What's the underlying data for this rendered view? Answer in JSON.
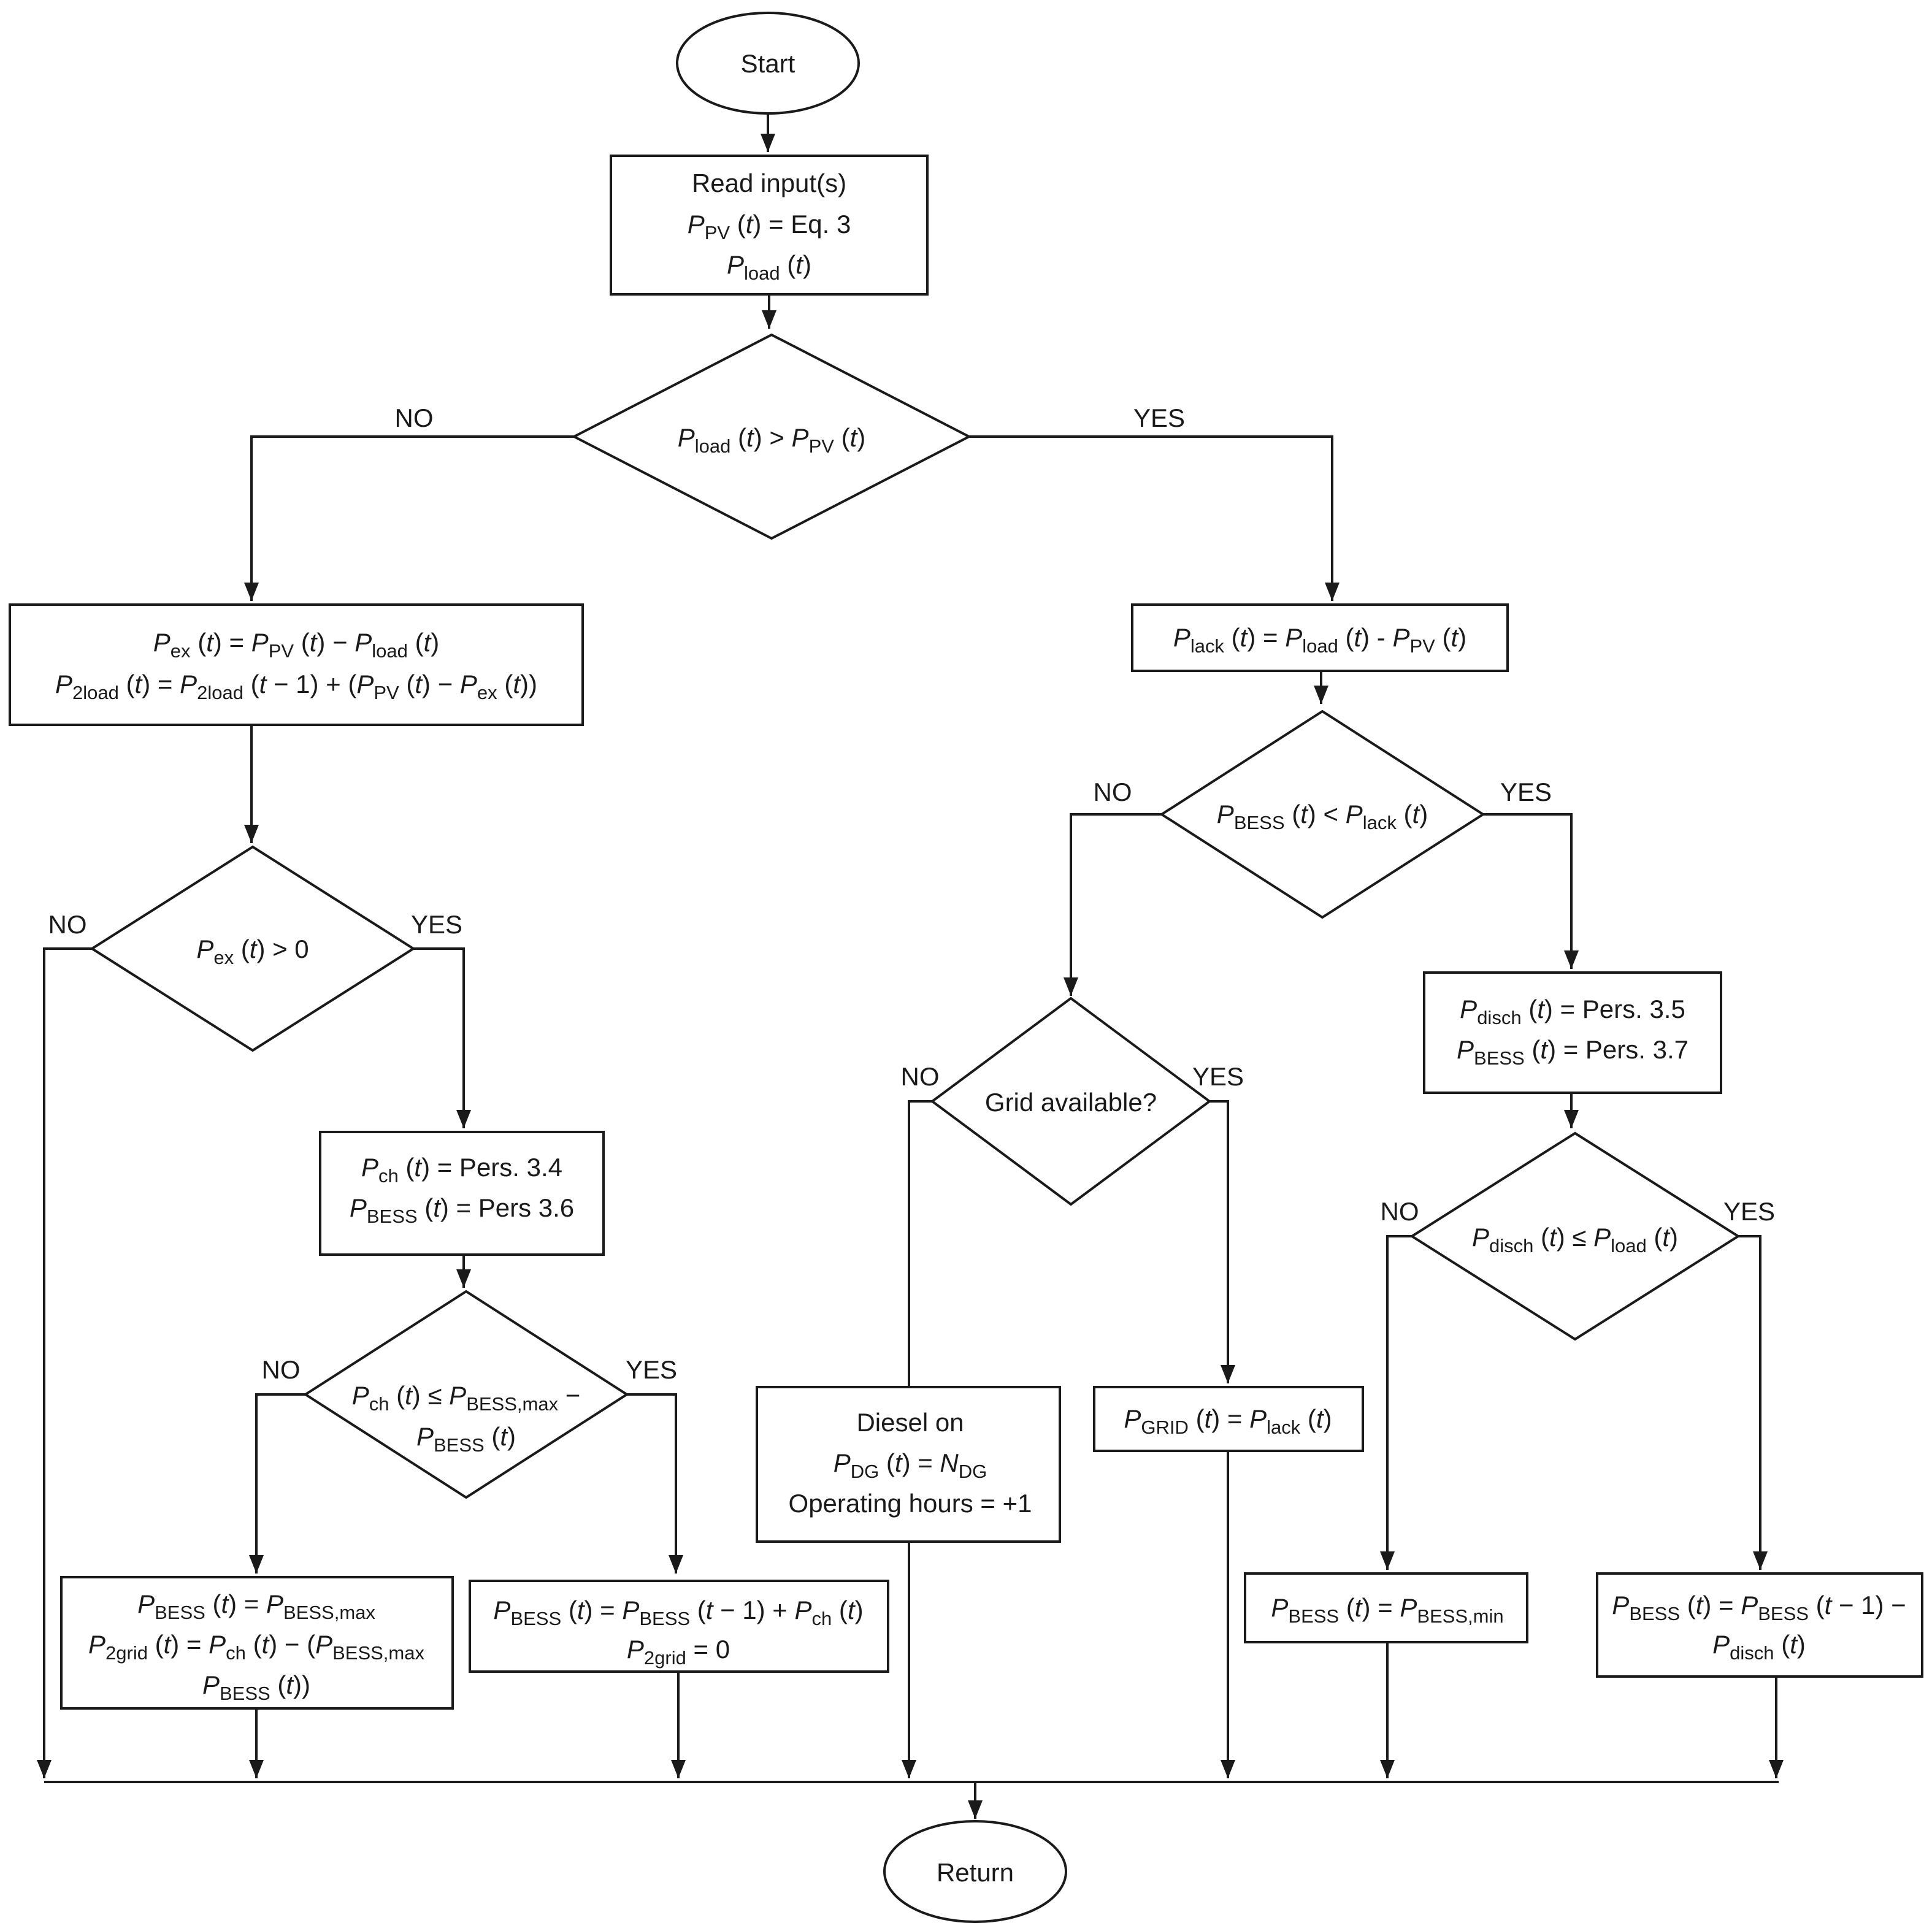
{
  "start": "Start",
  "end": "Return",
  "read_input": {
    "title": "Read input(s)",
    "line1": [
      [
        "P",
        "it"
      ],
      [
        "PV",
        "sub"
      ],
      [
        " (",
        ""
      ],
      [
        "t",
        "it"
      ],
      [
        ") = Eq. 3",
        ""
      ]
    ],
    "line2": [
      [
        "P",
        "it"
      ],
      [
        "load",
        "sub"
      ],
      [
        " (",
        ""
      ],
      [
        "t",
        "it"
      ],
      [
        ")",
        ""
      ]
    ]
  },
  "decision_main": [
    [
      "P",
      "it"
    ],
    [
      "load",
      "sub"
    ],
    [
      " (",
      ""
    ],
    [
      "t",
      "it"
    ],
    [
      ") > ",
      ""
    ],
    [
      "P",
      "it"
    ],
    [
      "PV",
      "sub"
    ],
    [
      " (",
      ""
    ],
    [
      "t",
      "it"
    ],
    [
      ")",
      ""
    ]
  ],
  "excess_box": {
    "line1": [
      [
        "P",
        "it"
      ],
      [
        "ex",
        "sub"
      ],
      [
        " (",
        ""
      ],
      [
        "t",
        "it"
      ],
      [
        ") = ",
        ""
      ],
      [
        "P",
        "it"
      ],
      [
        "PV",
        "sub"
      ],
      [
        " (",
        ""
      ],
      [
        "t",
        "it"
      ],
      [
        ") − ",
        ""
      ],
      [
        "P",
        "it"
      ],
      [
        "load",
        "sub"
      ],
      [
        " (",
        ""
      ],
      [
        "t",
        "it"
      ],
      [
        ")",
        ""
      ]
    ],
    "line2": [
      [
        "P",
        "it"
      ],
      [
        "2load",
        "sub"
      ],
      [
        " (",
        ""
      ],
      [
        "t",
        "it"
      ],
      [
        ") = ",
        ""
      ],
      [
        "P",
        "it"
      ],
      [
        "2load",
        "sub"
      ],
      [
        " (",
        ""
      ],
      [
        "t",
        "it"
      ],
      [
        " − 1) + (",
        ""
      ],
      [
        "P",
        "it"
      ],
      [
        "PV",
        "sub"
      ],
      [
        " (",
        ""
      ],
      [
        "t",
        "it"
      ],
      [
        ") − ",
        ""
      ],
      [
        "P",
        "it"
      ],
      [
        "ex",
        "sub"
      ],
      [
        " (",
        ""
      ],
      [
        "t",
        "it"
      ],
      [
        "))",
        ""
      ]
    ]
  },
  "decision_excess": [
    [
      "P",
      "it"
    ],
    [
      "ex",
      "sub"
    ],
    [
      " (",
      ""
    ],
    [
      "t",
      "it"
    ],
    [
      ") > 0",
      ""
    ]
  ],
  "charge_box": {
    "line1": [
      [
        "P",
        "it"
      ],
      [
        "ch",
        "sub"
      ],
      [
        " (",
        ""
      ],
      [
        "t",
        "it"
      ],
      [
        ") = Pers. 3.4",
        ""
      ]
    ],
    "line2": [
      [
        "P",
        "it"
      ],
      [
        "BESS",
        "sub"
      ],
      [
        " (",
        ""
      ],
      [
        "t",
        "it"
      ],
      [
        ") = Pers 3.6",
        ""
      ]
    ]
  },
  "decision_charge": {
    "line1": [
      [
        "P",
        "it"
      ],
      [
        "ch",
        "sub"
      ],
      [
        " (",
        ""
      ],
      [
        "t",
        "it"
      ],
      [
        ") ≤ ",
        ""
      ],
      [
        "P",
        "it"
      ],
      [
        "BESS,max",
        "sub"
      ],
      [
        " −",
        ""
      ]
    ],
    "line2": [
      [
        "P",
        "it"
      ],
      [
        "BESS",
        "sub"
      ],
      [
        " (",
        ""
      ],
      [
        "t",
        "it"
      ],
      [
        ")",
        ""
      ]
    ]
  },
  "bess_max_box": {
    "line1": [
      [
        "P",
        "it"
      ],
      [
        "BESS",
        "sub"
      ],
      [
        " (",
        ""
      ],
      [
        "t",
        "it"
      ],
      [
        ") = ",
        ""
      ],
      [
        "P",
        "it"
      ],
      [
        "BESS,max",
        "sub"
      ]
    ],
    "line2": [
      [
        "P",
        "it"
      ],
      [
        "2grid",
        "sub"
      ],
      [
        " (",
        ""
      ],
      [
        "t",
        "it"
      ],
      [
        ") = ",
        ""
      ],
      [
        "P",
        "it"
      ],
      [
        "ch",
        "sub"
      ],
      [
        " (",
        ""
      ],
      [
        "t",
        "it"
      ],
      [
        ") − (",
        ""
      ],
      [
        "P",
        "it"
      ],
      [
        "BESS,max",
        "sub"
      ]
    ],
    "line3": [
      [
        "P",
        "it"
      ],
      [
        "BESS",
        "sub"
      ],
      [
        " (",
        ""
      ],
      [
        "t",
        "it"
      ],
      [
        "))",
        ""
      ]
    ]
  },
  "bess_charge_box": {
    "line1": [
      [
        "P",
        "it"
      ],
      [
        "BESS",
        "sub"
      ],
      [
        " (",
        ""
      ],
      [
        "t",
        "it"
      ],
      [
        ") = ",
        ""
      ],
      [
        "P",
        "it"
      ],
      [
        "BESS",
        "sub"
      ],
      [
        " (",
        ""
      ],
      [
        "t",
        "it"
      ],
      [
        " − 1) + ",
        ""
      ],
      [
        "P",
        "it"
      ],
      [
        "ch",
        "sub"
      ],
      [
        " (",
        ""
      ],
      [
        "t",
        "it"
      ],
      [
        ")",
        ""
      ]
    ],
    "line2": [
      [
        "P",
        "it"
      ],
      [
        "2grid",
        "sub"
      ],
      [
        " = 0",
        ""
      ]
    ]
  },
  "lack_box": [
    [
      "P",
      "it"
    ],
    [
      "lack",
      "sub"
    ],
    [
      " (",
      ""
    ],
    [
      "t",
      "it"
    ],
    [
      ") = ",
      ""
    ],
    [
      "P",
      "it"
    ],
    [
      "load",
      "sub"
    ],
    [
      " (",
      ""
    ],
    [
      "t",
      "it"
    ],
    [
      ") - ",
      ""
    ],
    [
      "P",
      "it"
    ],
    [
      "PV",
      "sub"
    ],
    [
      " (",
      ""
    ],
    [
      "t",
      "it"
    ],
    [
      ")",
      ""
    ]
  ],
  "decision_bess": [
    [
      "P",
      "it"
    ],
    [
      "BESS",
      "sub"
    ],
    [
      " (",
      ""
    ],
    [
      "t",
      "it"
    ],
    [
      ") < ",
      ""
    ],
    [
      "P",
      "it"
    ],
    [
      "lack",
      "sub"
    ],
    [
      " (",
      ""
    ],
    [
      "t",
      "it"
    ],
    [
      ")",
      ""
    ]
  ],
  "decision_grid": "Grid available?",
  "diesel_box": {
    "title": "Diesel on",
    "line1": [
      [
        "P",
        "it"
      ],
      [
        "DG",
        "sub"
      ],
      [
        " (",
        ""
      ],
      [
        "t",
        "it"
      ],
      [
        ") = ",
        ""
      ],
      [
        "N",
        "it"
      ],
      [
        "DG",
        "sub"
      ]
    ],
    "line2": "Operating hours = +1"
  },
  "grid_box": [
    [
      "P",
      "it"
    ],
    [
      "GRID",
      "sub"
    ],
    [
      " (",
      ""
    ],
    [
      "t",
      "it"
    ],
    [
      ") = ",
      ""
    ],
    [
      "P",
      "it"
    ],
    [
      "lack",
      "sub"
    ],
    [
      " (",
      ""
    ],
    [
      "t",
      "it"
    ],
    [
      ")",
      ""
    ]
  ],
  "discharge_box": {
    "line1": [
      [
        "P",
        "it"
      ],
      [
        "disch",
        "sub"
      ],
      [
        " (",
        ""
      ],
      [
        "t",
        "it"
      ],
      [
        ") = Pers. 3.5",
        ""
      ]
    ],
    "line2": [
      [
        "P",
        "it"
      ],
      [
        "BESS",
        "sub"
      ],
      [
        " (",
        ""
      ],
      [
        "t",
        "it"
      ],
      [
        ") = Pers. 3.7",
        ""
      ]
    ]
  },
  "decision_discharge": [
    [
      "P",
      "it"
    ],
    [
      "disch",
      "sub"
    ],
    [
      " (",
      ""
    ],
    [
      "t",
      "it"
    ],
    [
      ") ≤ ",
      ""
    ],
    [
      "P",
      "it"
    ],
    [
      "load",
      "sub"
    ],
    [
      " (",
      ""
    ],
    [
      "t",
      "it"
    ],
    [
      ")",
      ""
    ]
  ],
  "bess_min_box": [
    [
      "P",
      "it"
    ],
    [
      "BESS",
      "sub"
    ],
    [
      " (",
      ""
    ],
    [
      "t",
      "it"
    ],
    [
      ") = ",
      ""
    ],
    [
      "P",
      "it"
    ],
    [
      "BESS,min",
      "sub"
    ]
  ],
  "bess_discharge_box": {
    "line1": [
      [
        "P",
        "it"
      ],
      [
        "BESS",
        "sub"
      ],
      [
        " (",
        ""
      ],
      [
        "t",
        "it"
      ],
      [
        ") = ",
        ""
      ],
      [
        "P",
        "it"
      ],
      [
        "BESS",
        "sub"
      ],
      [
        " (",
        ""
      ],
      [
        "t",
        "it"
      ],
      [
        " − 1) −",
        ""
      ]
    ],
    "line2": [
      [
        "P",
        "it"
      ],
      [
        "disch",
        "sub"
      ],
      [
        " (",
        ""
      ],
      [
        "t",
        "it"
      ],
      [
        ")",
        ""
      ]
    ]
  },
  "labels": {
    "yes": "YES",
    "no": "NO"
  }
}
